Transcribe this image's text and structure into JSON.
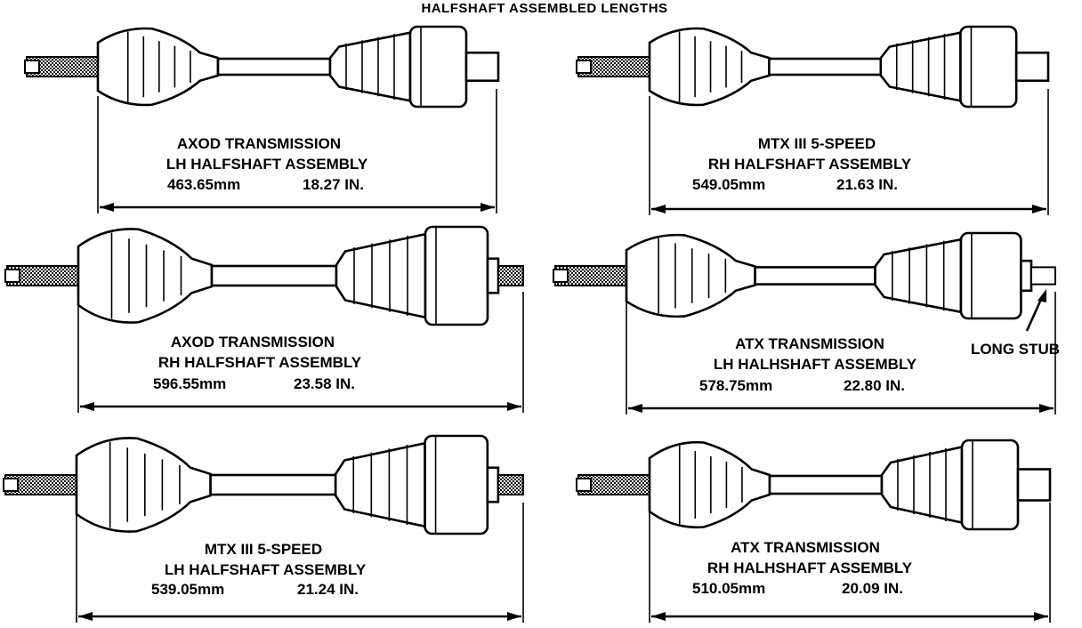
{
  "title": "HALFSHAFT ASSEMBLED  LENGTHS",
  "assemblies": [
    {
      "line1": "AXOD TRANSMISSION",
      "line2": "LH HALFSHAFT ASSEMBLY",
      "mm": "463.65mm",
      "inches": "18.27 IN."
    },
    {
      "line1": "MTX III 5-SPEED",
      "line2": "RH HALFSHAFT ASSEMBLY",
      "mm": "549.05mm",
      "inches": "21.63 IN."
    },
    {
      "line1": "AXOD TRANSMISSION",
      "line2": "RH HALFSHAFT ASSEMBLY",
      "mm": "596.55mm",
      "inches": "23.58 IN."
    },
    {
      "line1": "ATX TRANSMISSION",
      "line2": "LH HALHSHAFT ASSEMBLY",
      "mm": "578.75mm",
      "inches": "22.80 IN."
    },
    {
      "line1": "MTX III 5-SPEED",
      "line2": "LH HALFSHAFT ASSEMBLY",
      "mm": "539.05mm",
      "inches": "21.24 IN."
    },
    {
      "line1": "ATX TRANSMISSION",
      "line2": "RH HALHSHAFT ASSEMBLY",
      "mm": "510.05mm",
      "inches": "20.09 IN."
    }
  ],
  "callout": "LONG STUB"
}
